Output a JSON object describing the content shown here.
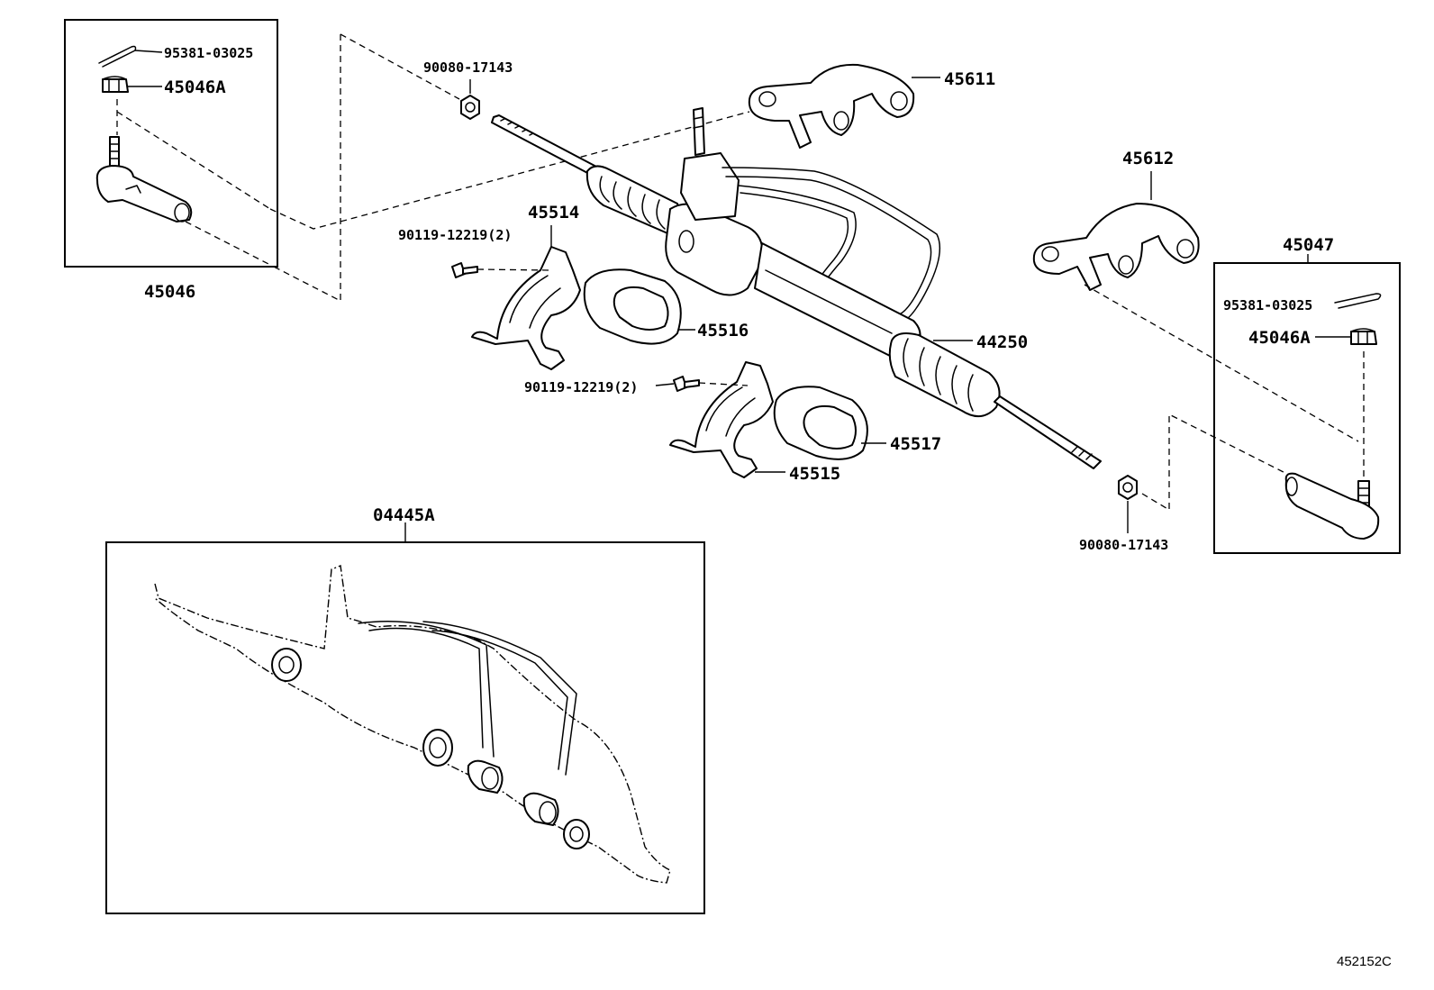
{
  "diagram_ref": "452152C",
  "labels": {
    "cotter_pin_left": "95381-03025",
    "nut_left": "45046A",
    "tie_rod_end_left": "45046",
    "lock_nut_left": "90080-17143",
    "bracket_upper": "45611",
    "bolt_upper": "90119-12219(2)",
    "clamp_upper": "45514",
    "grommet_upper": "45516",
    "bolt_lower": "90119-12219(2)",
    "clamp_lower": "45515",
    "grommet_lower": "45517",
    "rack_assembly": "44250",
    "bracket_right": "45612",
    "tie_rod_end_right": "45047",
    "cotter_pin_right": "95381-03025",
    "nut_right": "45046A",
    "lock_nut_right": "90080-17143",
    "gasket_kit": "04445A"
  }
}
